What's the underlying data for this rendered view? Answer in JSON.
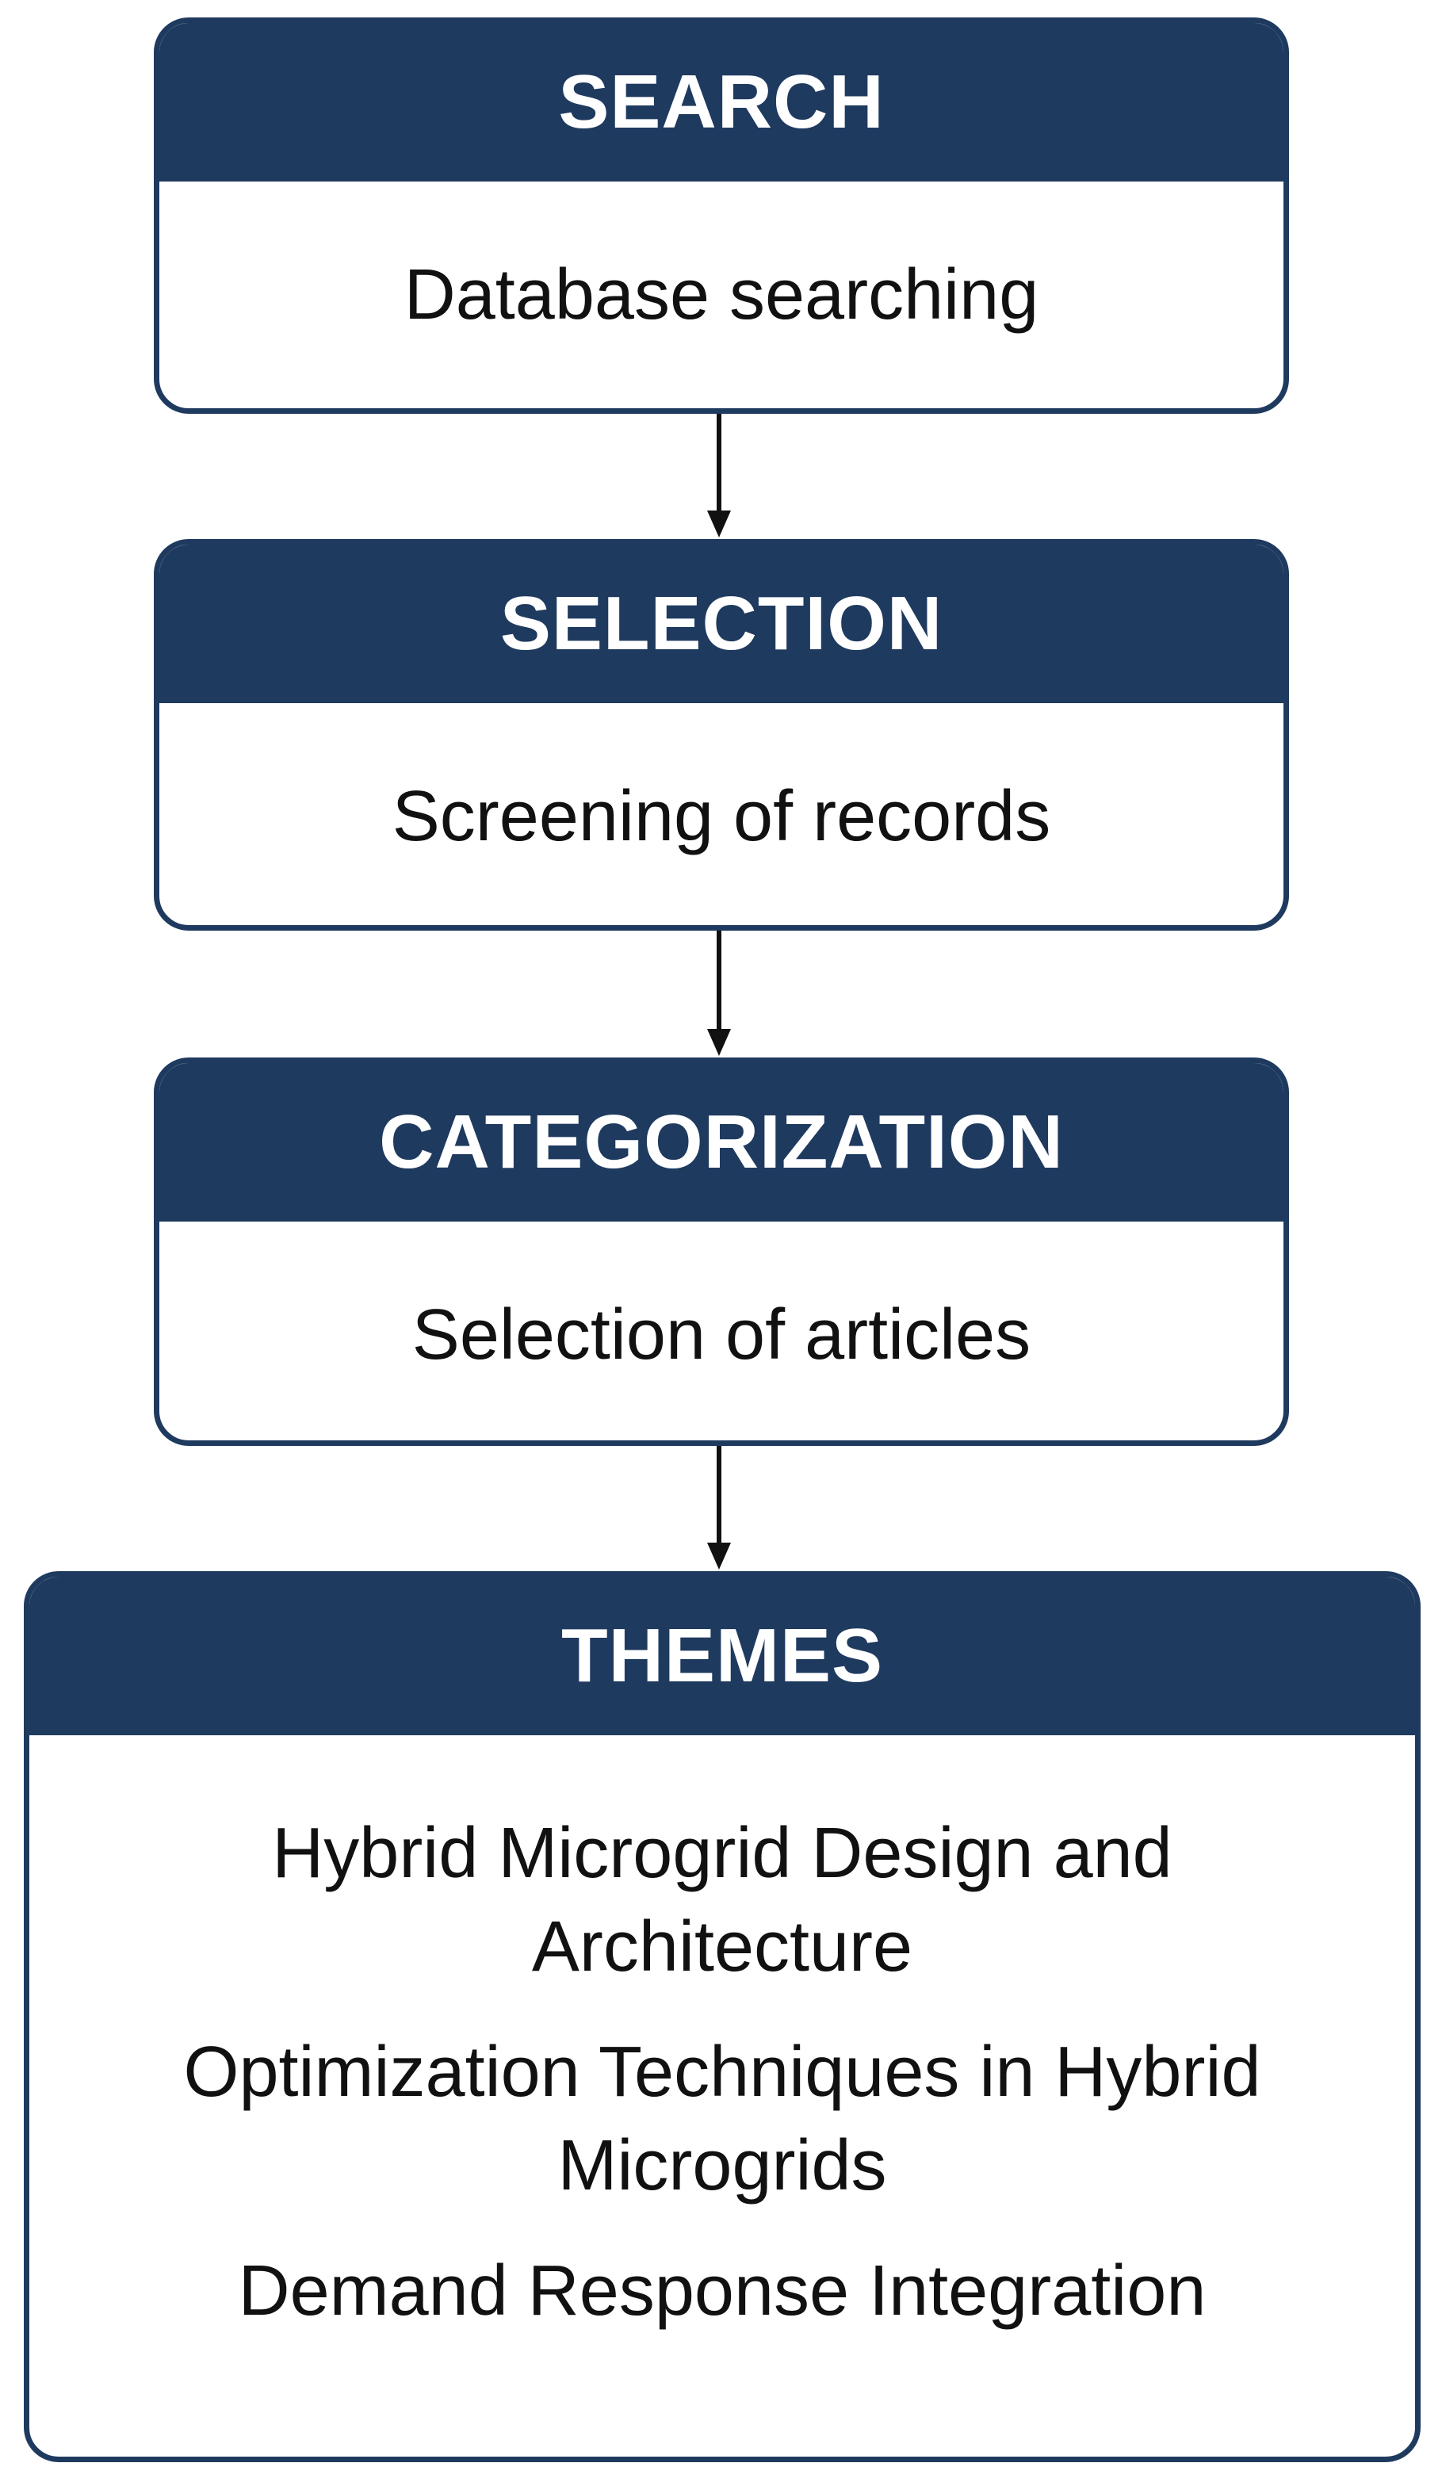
{
  "stages": [
    {
      "title": "SEARCH",
      "body": "Database searching"
    },
    {
      "title": "SELECTION",
      "body": "Screening of records"
    },
    {
      "title": "CATEGORIZATION",
      "body": "Selection of articles"
    }
  ],
  "themes": {
    "title": "THEMES",
    "items": [
      "Hybrid Microgrid Design and Architecture",
      "Optimization Techniques in Hybrid Microgrids",
      "Demand Response Integration"
    ]
  },
  "colors": {
    "header": "#1f3a5f",
    "header_text": "#ffffff",
    "border": "#1f3a5f",
    "arrow": "#111111"
  }
}
